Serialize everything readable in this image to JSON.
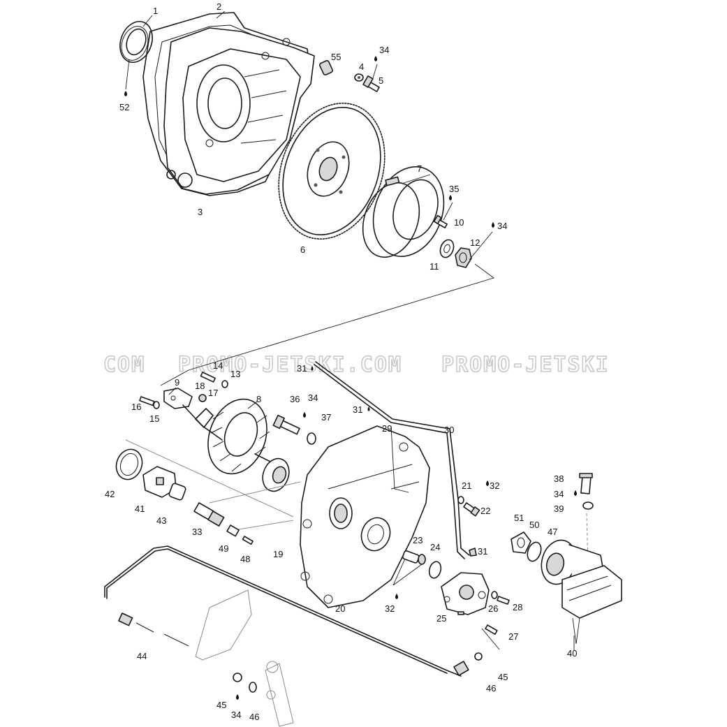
{
  "watermark": {
    "left": "COM",
    "middle": "PROMO-JETSKI.COM",
    "right": "PROMO-JETSKI"
  },
  "colors": {
    "line": "#1a1a1a",
    "watermark_stroke": "#c9c9c9",
    "background": "#ffffff"
  },
  "callouts": [
    {
      "id": "c1",
      "text": "1"
    },
    {
      "id": "c2",
      "text": "2"
    },
    {
      "id": "c3",
      "text": "3"
    },
    {
      "id": "c4",
      "text": "4"
    },
    {
      "id": "c5",
      "text": "5"
    },
    {
      "id": "c6",
      "text": "6"
    },
    {
      "id": "c7",
      "text": "7"
    },
    {
      "id": "c8",
      "text": "8"
    },
    {
      "id": "c9",
      "text": "9"
    },
    {
      "id": "c10",
      "text": "10"
    },
    {
      "id": "c11",
      "text": "11"
    },
    {
      "id": "c12",
      "text": "12"
    },
    {
      "id": "c13",
      "text": "13"
    },
    {
      "id": "c14",
      "text": "14"
    },
    {
      "id": "c15",
      "text": "15"
    },
    {
      "id": "c16",
      "text": "16"
    },
    {
      "id": "c17",
      "text": "17"
    },
    {
      "id": "c18",
      "text": "18"
    },
    {
      "id": "c19",
      "text": "19"
    },
    {
      "id": "c20",
      "text": "20"
    },
    {
      "id": "c21",
      "text": "21"
    },
    {
      "id": "c22",
      "text": "22"
    },
    {
      "id": "c23",
      "text": "23"
    },
    {
      "id": "c24",
      "text": "24"
    },
    {
      "id": "c25",
      "text": "25"
    },
    {
      "id": "c26",
      "text": "26"
    },
    {
      "id": "c27",
      "text": "27"
    },
    {
      "id": "c28",
      "text": "28"
    },
    {
      "id": "c29",
      "text": "29"
    },
    {
      "id": "c30",
      "text": "30"
    },
    {
      "id": "c31a",
      "text": "31"
    },
    {
      "id": "c31b",
      "text": "31"
    },
    {
      "id": "c31c",
      "text": "31"
    },
    {
      "id": "c32a",
      "text": "32"
    },
    {
      "id": "c32b",
      "text": "32"
    },
    {
      "id": "c33",
      "text": "33"
    },
    {
      "id": "c34a",
      "text": "34"
    },
    {
      "id": "c34b",
      "text": "34"
    },
    {
      "id": "c34c",
      "text": "34"
    },
    {
      "id": "c34d",
      "text": "34"
    },
    {
      "id": "c34e",
      "text": "34"
    },
    {
      "id": "c35",
      "text": "35"
    },
    {
      "id": "c36",
      "text": "36"
    },
    {
      "id": "c37",
      "text": "37"
    },
    {
      "id": "c38",
      "text": "38"
    },
    {
      "id": "c39",
      "text": "39"
    },
    {
      "id": "c40",
      "text": "40"
    },
    {
      "id": "c41",
      "text": "41"
    },
    {
      "id": "c42",
      "text": "42"
    },
    {
      "id": "c43",
      "text": "43"
    },
    {
      "id": "c44",
      "text": "44"
    },
    {
      "id": "c45a",
      "text": "45"
    },
    {
      "id": "c45b",
      "text": "45"
    },
    {
      "id": "c46a",
      "text": "46"
    },
    {
      "id": "c46b",
      "text": "46"
    },
    {
      "id": "c47",
      "text": "47"
    },
    {
      "id": "c48",
      "text": "48"
    },
    {
      "id": "c49",
      "text": "49"
    },
    {
      "id": "c50",
      "text": "50"
    },
    {
      "id": "c51",
      "text": "51"
    },
    {
      "id": "c52",
      "text": "52"
    },
    {
      "id": "c55",
      "text": "55"
    }
  ]
}
